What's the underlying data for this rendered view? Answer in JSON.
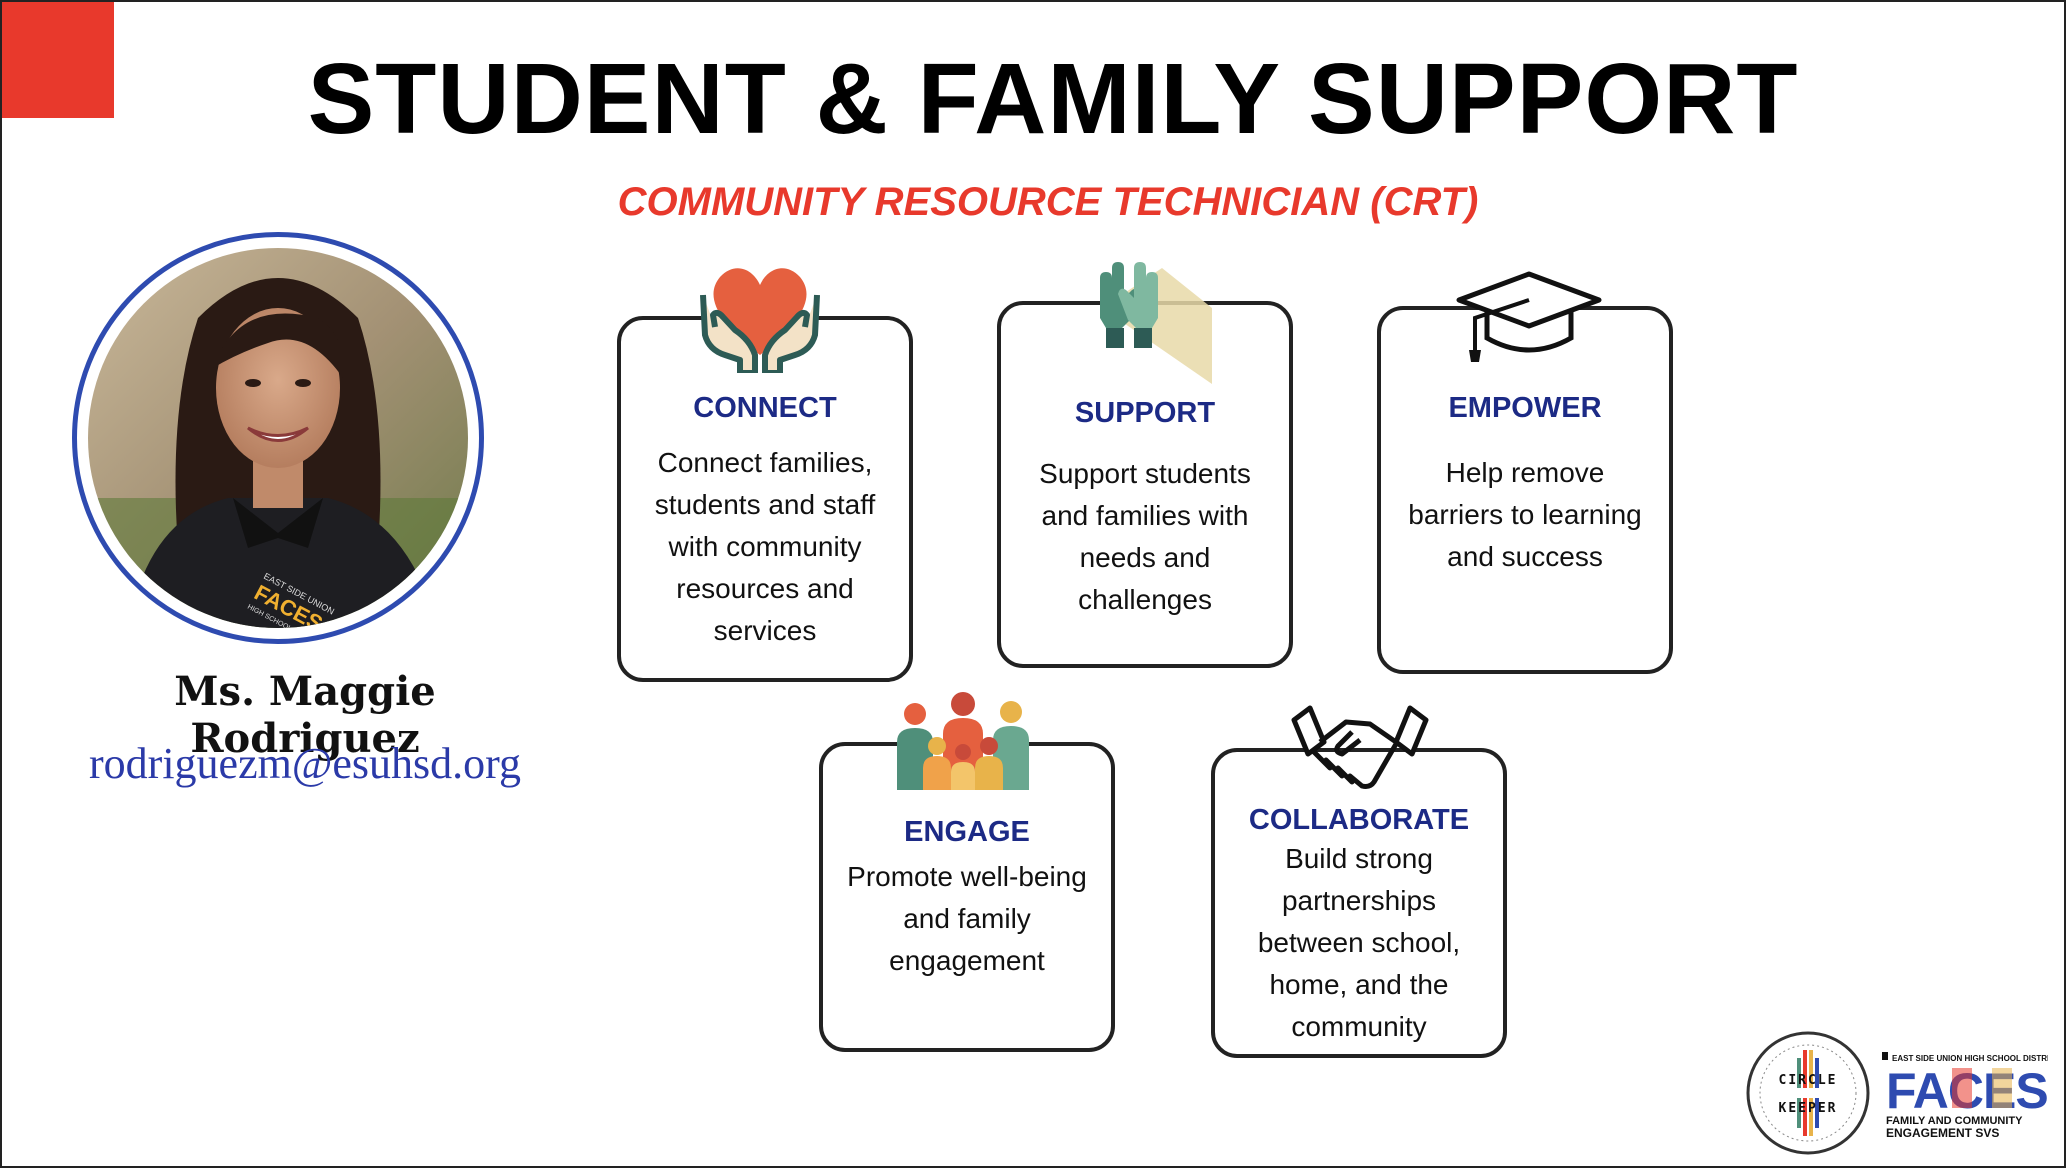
{
  "header": {
    "title": "STUDENT & FAMILY SUPPORT",
    "subtitle": "COMMUNITY RESOURCE TECHNICIAN (CRT)"
  },
  "profile": {
    "name": "Ms. Maggie Rodriguez",
    "email": "rodriguezm@esuhsd.org",
    "shirt_text": {
      "line1": "EAST SIDE UNION",
      "line2": "FACES",
      "line3": "HIGH SCHOOL DISTRICT"
    }
  },
  "cards": {
    "connect": {
      "title": "CONNECT",
      "lines": [
        "Connect families,",
        "students and staff",
        "with community",
        "resources and",
        "services"
      ]
    },
    "support": {
      "title": "SUPPORT",
      "lines": [
        "Support students",
        "and families with",
        "needs and",
        "challenges"
      ]
    },
    "empower": {
      "title": "EMPOWER",
      "lines": [
        "Help remove",
        "barriers to learning",
        "and success"
      ]
    },
    "engage": {
      "title": "ENGAGE",
      "lines": [
        "Promote well-being",
        "and family",
        "engagement"
      ]
    },
    "collaborate": {
      "title": "COLLABORATE",
      "lines": [
        "Build strong",
        "partnerships",
        "between school,",
        "home, and the",
        "community"
      ]
    }
  },
  "icons": {
    "connect": "heart-in-hands-icon",
    "support": "raised-hands-icon",
    "empower": "graduation-cap-icon",
    "engage": "family-group-icon",
    "collaborate": "handshake-icon"
  },
  "logos": {
    "circle_keeper": {
      "top": "CIRCLE",
      "bottom": "KEEPER"
    },
    "faces": {
      "district": "EAST SIDE UNION HIGH SCHOOL DISTRICT",
      "word": "FACES",
      "line1": "FAMILY AND COMMUNITY",
      "line2": "ENGAGEMENT SVS"
    }
  },
  "colors": {
    "accent_red": "#e8392c",
    "title_navy": "#1c2a85",
    "ring_blue": "#2e4bb0",
    "email_blue": "#2b3aa8"
  }
}
